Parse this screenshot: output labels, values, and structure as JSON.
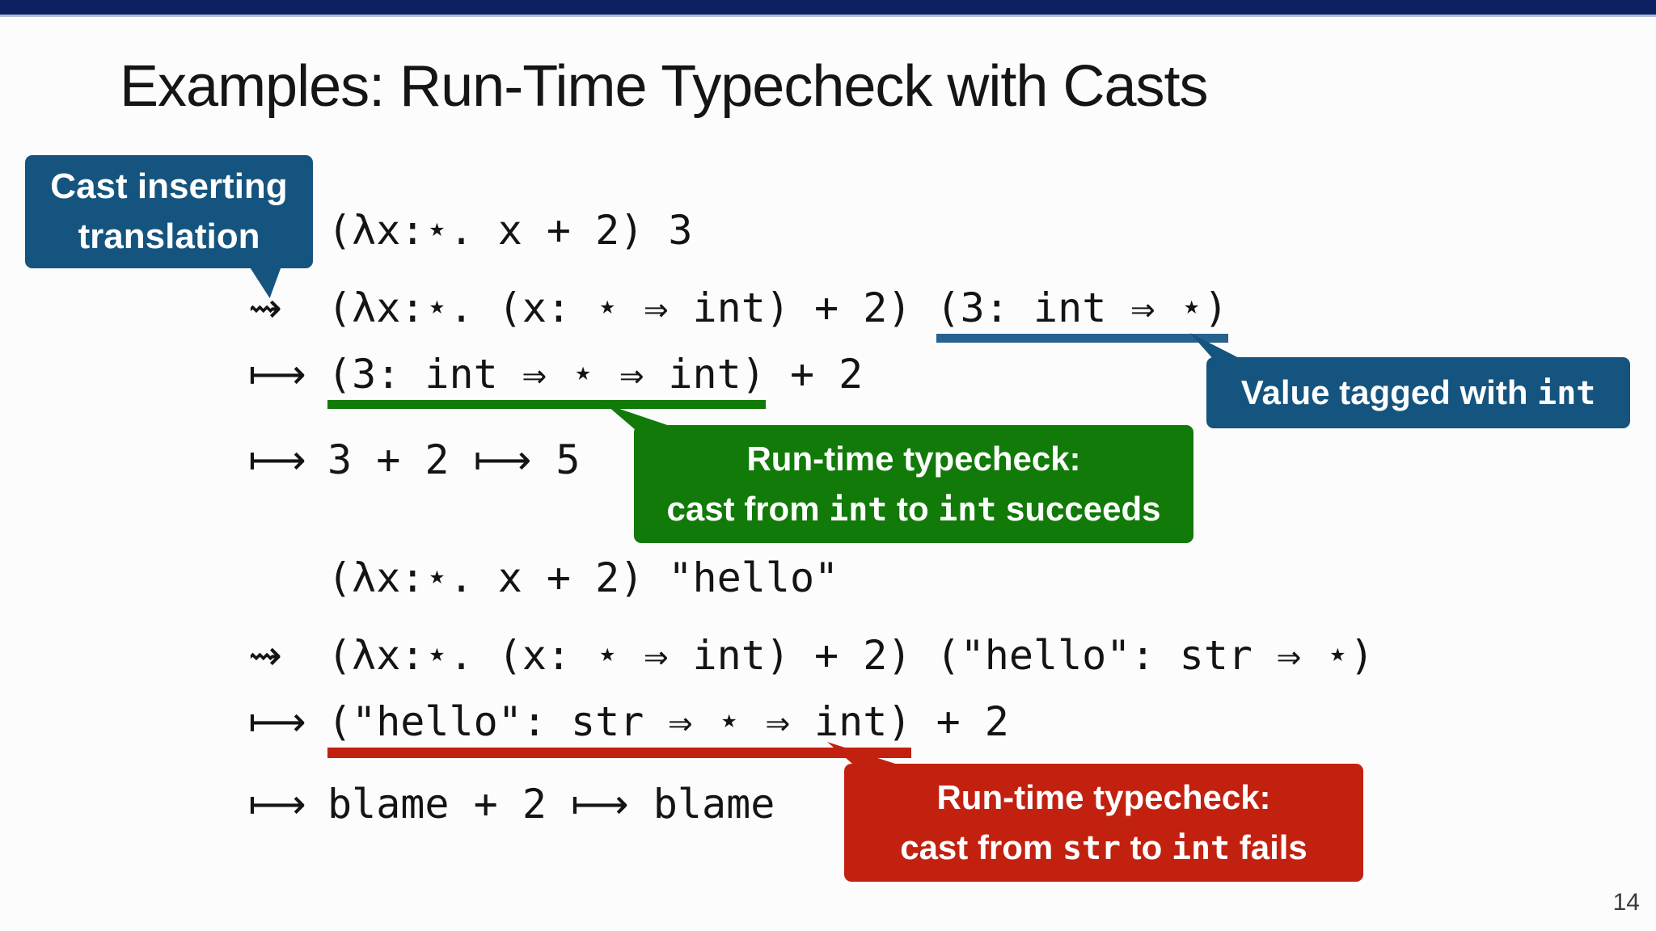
{
  "slide": {
    "title": "Examples: Run-Time Typecheck with Casts",
    "page_number": "14"
  },
  "colors": {
    "top_bar": "#0b2162",
    "blue": "#15547e",
    "blue_underline": "#26618f",
    "green": "#117a08",
    "red": "#c22110",
    "code_text": "#141414"
  },
  "callouts": {
    "cast_inserting": {
      "lines": [
        "Cast inserting",
        "translation"
      ]
    },
    "value_tagged": {
      "prefix": "Value tagged with ",
      "code": "int"
    },
    "typecheck_success": {
      "line1": "Run-time typecheck:",
      "line2_parts": [
        "cast from ",
        "int",
        " to ",
        "int",
        " succeeds"
      ]
    },
    "typecheck_fail": {
      "line1": "Run-time typecheck:",
      "line2_parts": [
        "cast from ",
        "str",
        " to ",
        "int",
        " fails"
      ]
    }
  },
  "code": {
    "line1": {
      "arrow": "",
      "expr": "(λx:⋆. x + 2) 3"
    },
    "line2": {
      "arrow": "⇝",
      "pre": "(λx:⋆. (x: ⋆ ⇒ int) + 2) ",
      "underlined": "(3: int ⇒ ⋆)"
    },
    "line3": {
      "arrow": "⟼",
      "underlined": "(3: int ⇒ ⋆ ⇒ int)",
      "post": " + 2"
    },
    "line4": {
      "arrow": "⟼",
      "expr": "3 + 2 ⟼ 5"
    },
    "line5": {
      "arrow": "",
      "expr": "(λx:⋆. x + 2) \"hello\""
    },
    "line6": {
      "arrow": "⇝",
      "expr": "(λx:⋆. (x: ⋆ ⇒ int) + 2) (\"hello\": str ⇒ ⋆)"
    },
    "line7": {
      "arrow": "⟼",
      "underlined": "(\"hello\": str ⇒ ⋆ ⇒ int)",
      "post": " + 2"
    },
    "line8": {
      "arrow": "⟼",
      "expr": "blame + 2 ⟼ blame"
    }
  }
}
